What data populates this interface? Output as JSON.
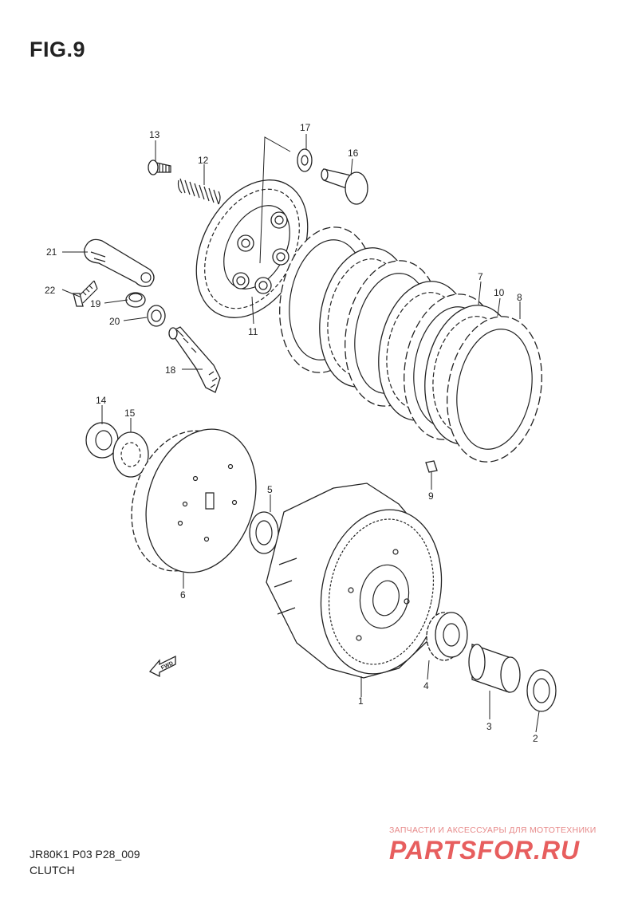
{
  "figure": {
    "title": "FIG.9"
  },
  "footer": {
    "code": "JR80K1 P03 P28_009",
    "section": "CLUTCH"
  },
  "watermark": {
    "tagline": "ЗАПЧАСТИ И АКСЕССУАРЫ ДЛЯ МОТОТЕХНИКИ",
    "logo": "PARTSFOR.RU",
    "color": "#e23b3b"
  },
  "direction_marker": {
    "label": "FWD",
    "icon": "fwd-arrow-icon"
  },
  "callouts": [
    {
      "number": "1"
    },
    {
      "number": "2"
    },
    {
      "number": "3"
    },
    {
      "number": "4"
    },
    {
      "number": "5"
    },
    {
      "number": "6"
    },
    {
      "number": "7"
    },
    {
      "number": "8"
    },
    {
      "number": "9"
    },
    {
      "number": "10"
    },
    {
      "number": "11"
    },
    {
      "number": "12"
    },
    {
      "number": "13"
    },
    {
      "number": "14"
    },
    {
      "number": "15"
    },
    {
      "number": "16"
    },
    {
      "number": "17"
    },
    {
      "number": "18"
    },
    {
      "number": "19"
    },
    {
      "number": "20"
    },
    {
      "number": "21"
    },
    {
      "number": "22"
    }
  ]
}
